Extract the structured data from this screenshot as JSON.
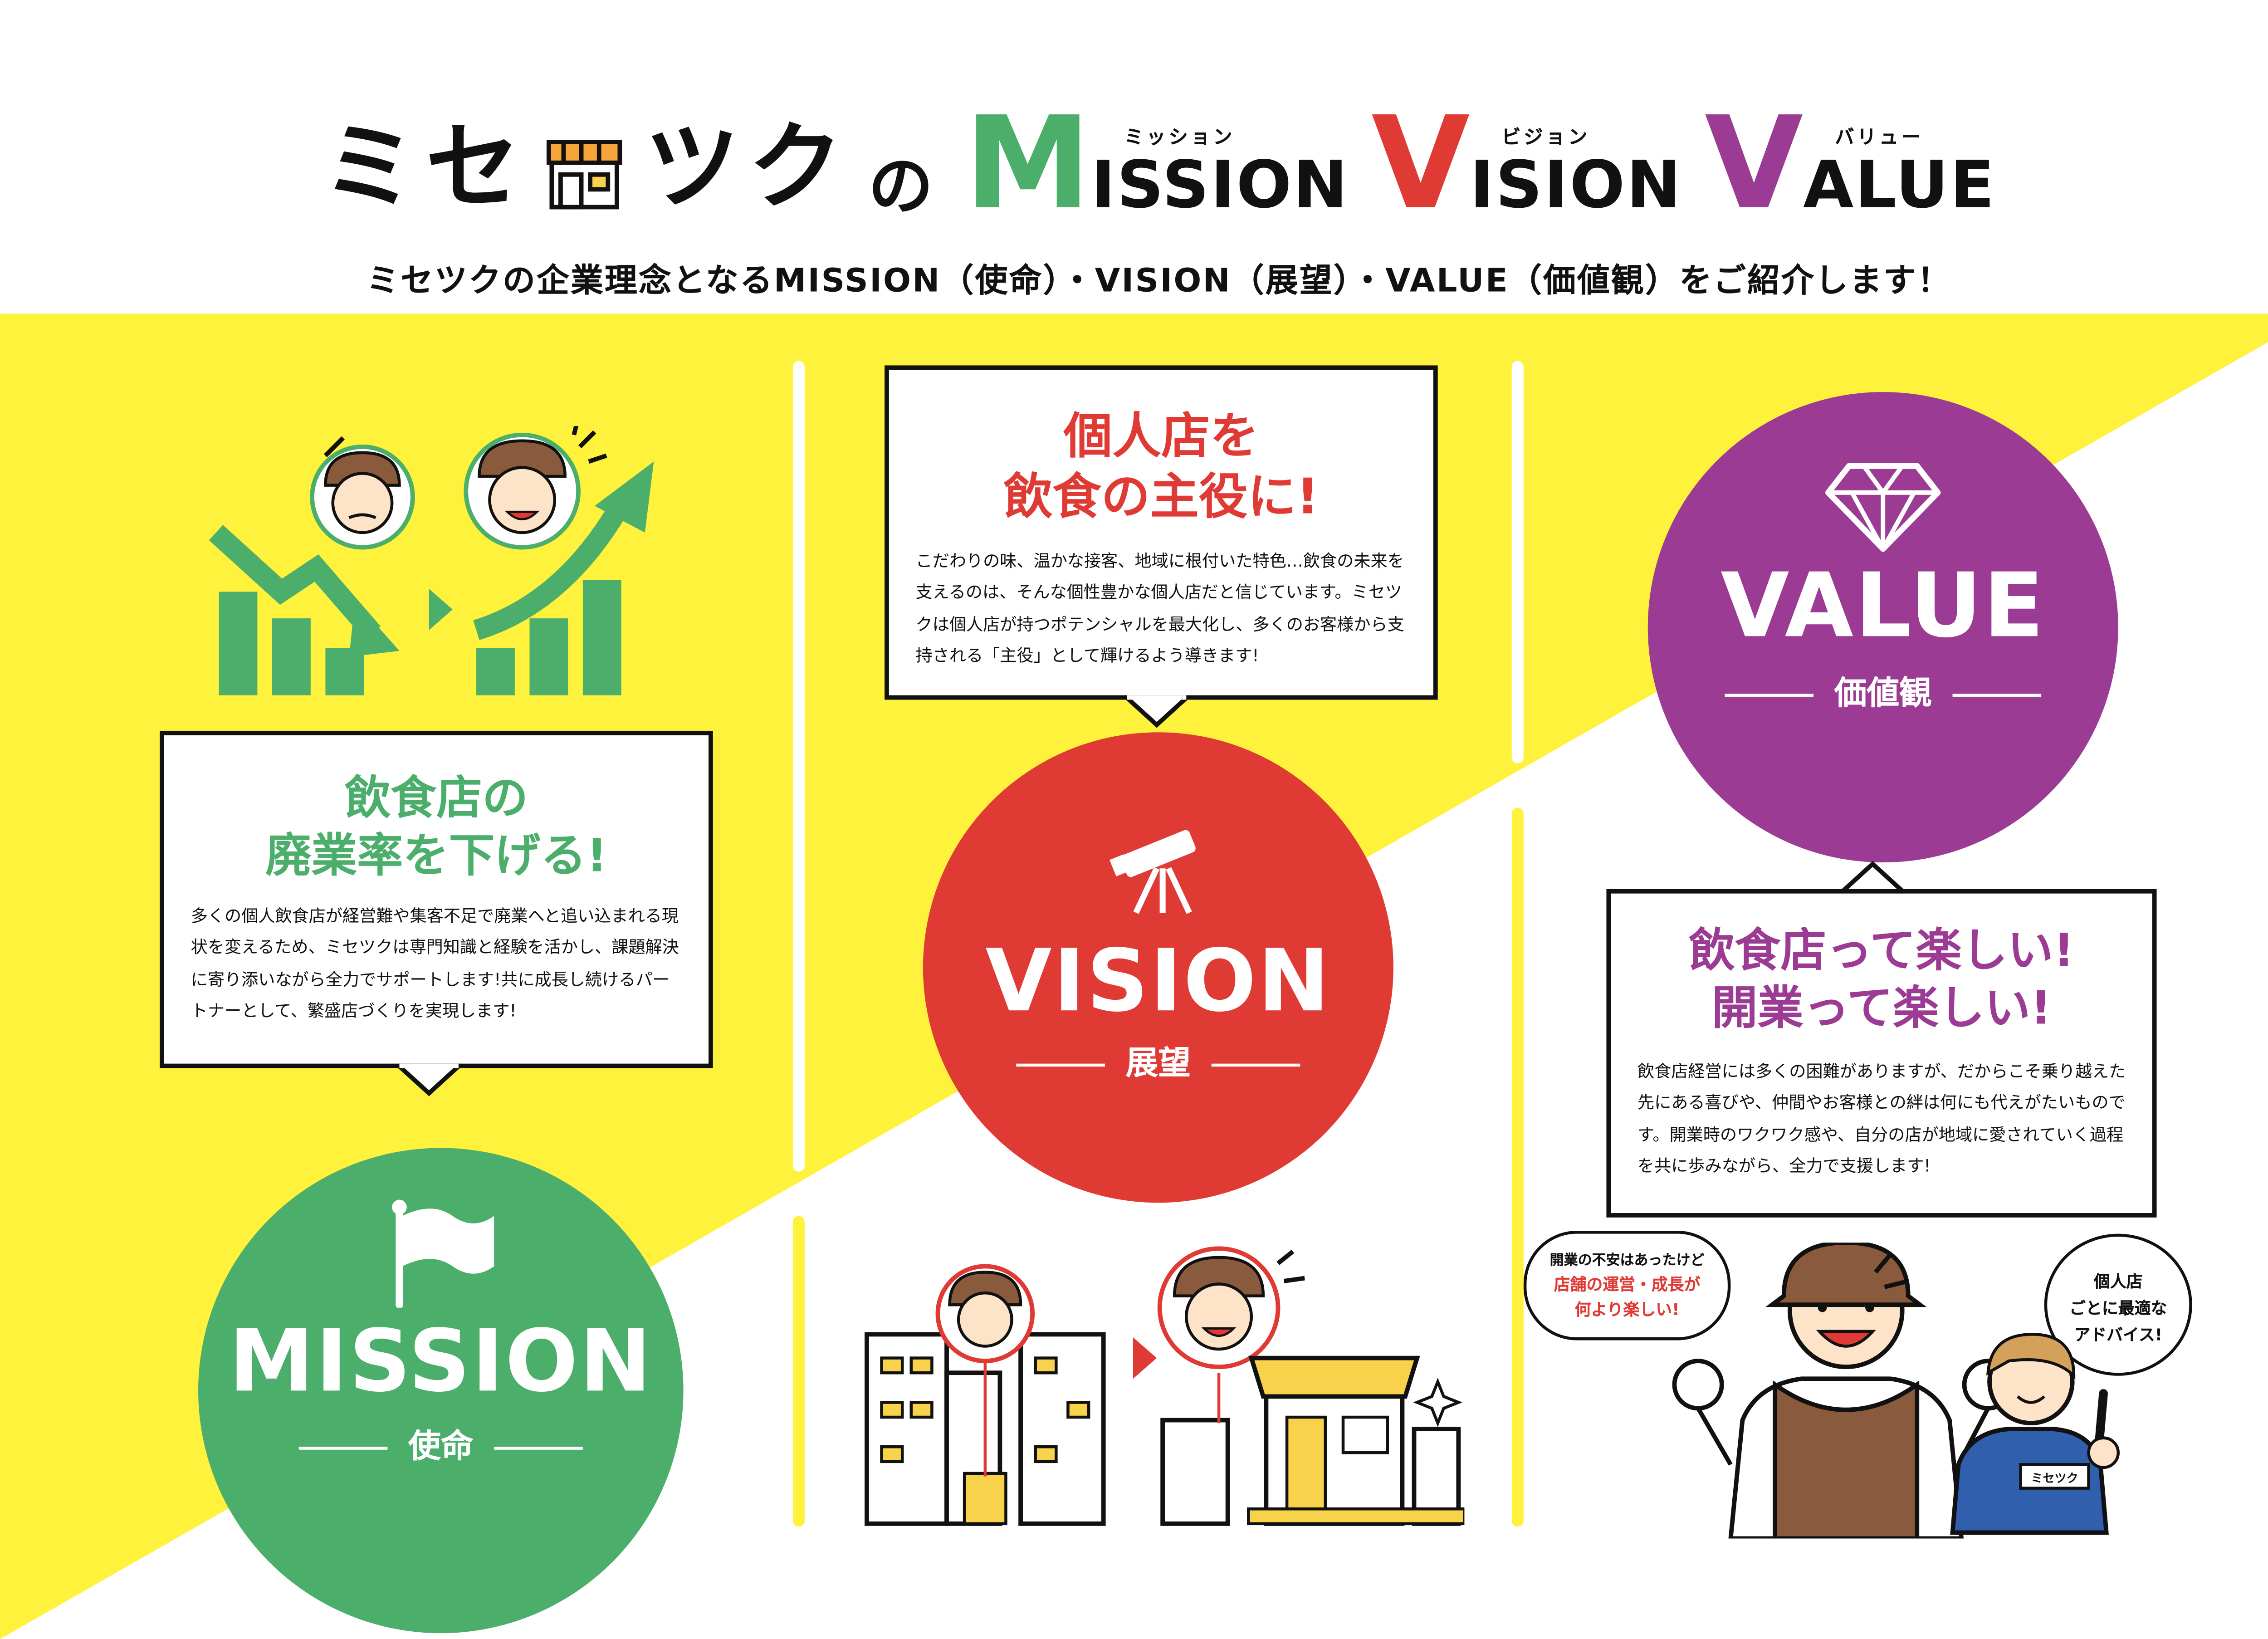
{
  "header": {
    "brand": "ミセ",
    "brand_after": "ツク",
    "no": "の",
    "mission": {
      "initial": "M",
      "rest": "ISSION",
      "ruby": "ミッション",
      "color": "#4cae6b"
    },
    "vision": {
      "initial": "V",
      "rest": "ISION",
      "ruby": "ビジョン",
      "color": "#e03a35"
    },
    "value": {
      "initial": "V",
      "rest": "ALUE",
      "ruby": "バリュー",
      "color": "#9b3b93"
    },
    "subtitle": "ミセツクの企業理念となるMISSION（使命）・VISION（展望）・VALUE（価値観）をご紹介します！"
  },
  "colors": {
    "yellow": "#fff23c",
    "green": "#4cae6b",
    "red": "#e03a35",
    "purple": "#9b3b93"
  },
  "mission": {
    "heading_line1": "飲食店の",
    "heading_line2": "廃業率を下げる!",
    "body": "多くの個人飲食店が経営難や集客不足で廃業へと追い込まれる現状を変えるため、ミセツクは専門知識と経験を活かし、課題解決に寄り添いながら全力でサポートします!共に成長し続けるパートナーとして、繁盛店づくりを実現します!",
    "circle_label": "MISSION",
    "circle_sub": "使命",
    "icon": "flag-icon"
  },
  "vision": {
    "heading_line1": "個人店を",
    "heading_line2": "飲食の主役に!",
    "body": "こだわりの味、温かな接客、地域に根付いた特色…飲食の未来を支えるのは、そんな個性豊かな個人店だと信じています。ミセツクは個人店が持つポテンシャルを最大化し、多くのお客様から支持される「主役」として輝けるよう導きます!",
    "circle_label": "VISION",
    "circle_sub": "展望",
    "icon": "telescope-icon"
  },
  "value": {
    "heading_line1": "飲食店って楽しい!",
    "heading_line2": "開業って楽しい!",
    "body": "飲食店経営には多くの困難がありますが、だからこそ乗り越えた先にある喜びや、仲間やお客様との絆は何にも代えがたいものです。開業時のワクワク感や、自分の店が地域に愛されていく過程を共に歩みながら、全力で支援します!",
    "circle_label": "VALUE",
    "circle_sub": "価値観",
    "icon": "diamond-icon"
  },
  "bubbles": {
    "owner_line1": "開業の不安はあったけど",
    "owner_line2": "店舗の運営・成長が",
    "owner_line3": "何より楽しい!",
    "advisor_line1": "個人店",
    "advisor_line2": "ごとに最適な",
    "advisor_line3": "アドバイス!"
  },
  "illustrations": {
    "staff_badge": "ミセツク"
  }
}
